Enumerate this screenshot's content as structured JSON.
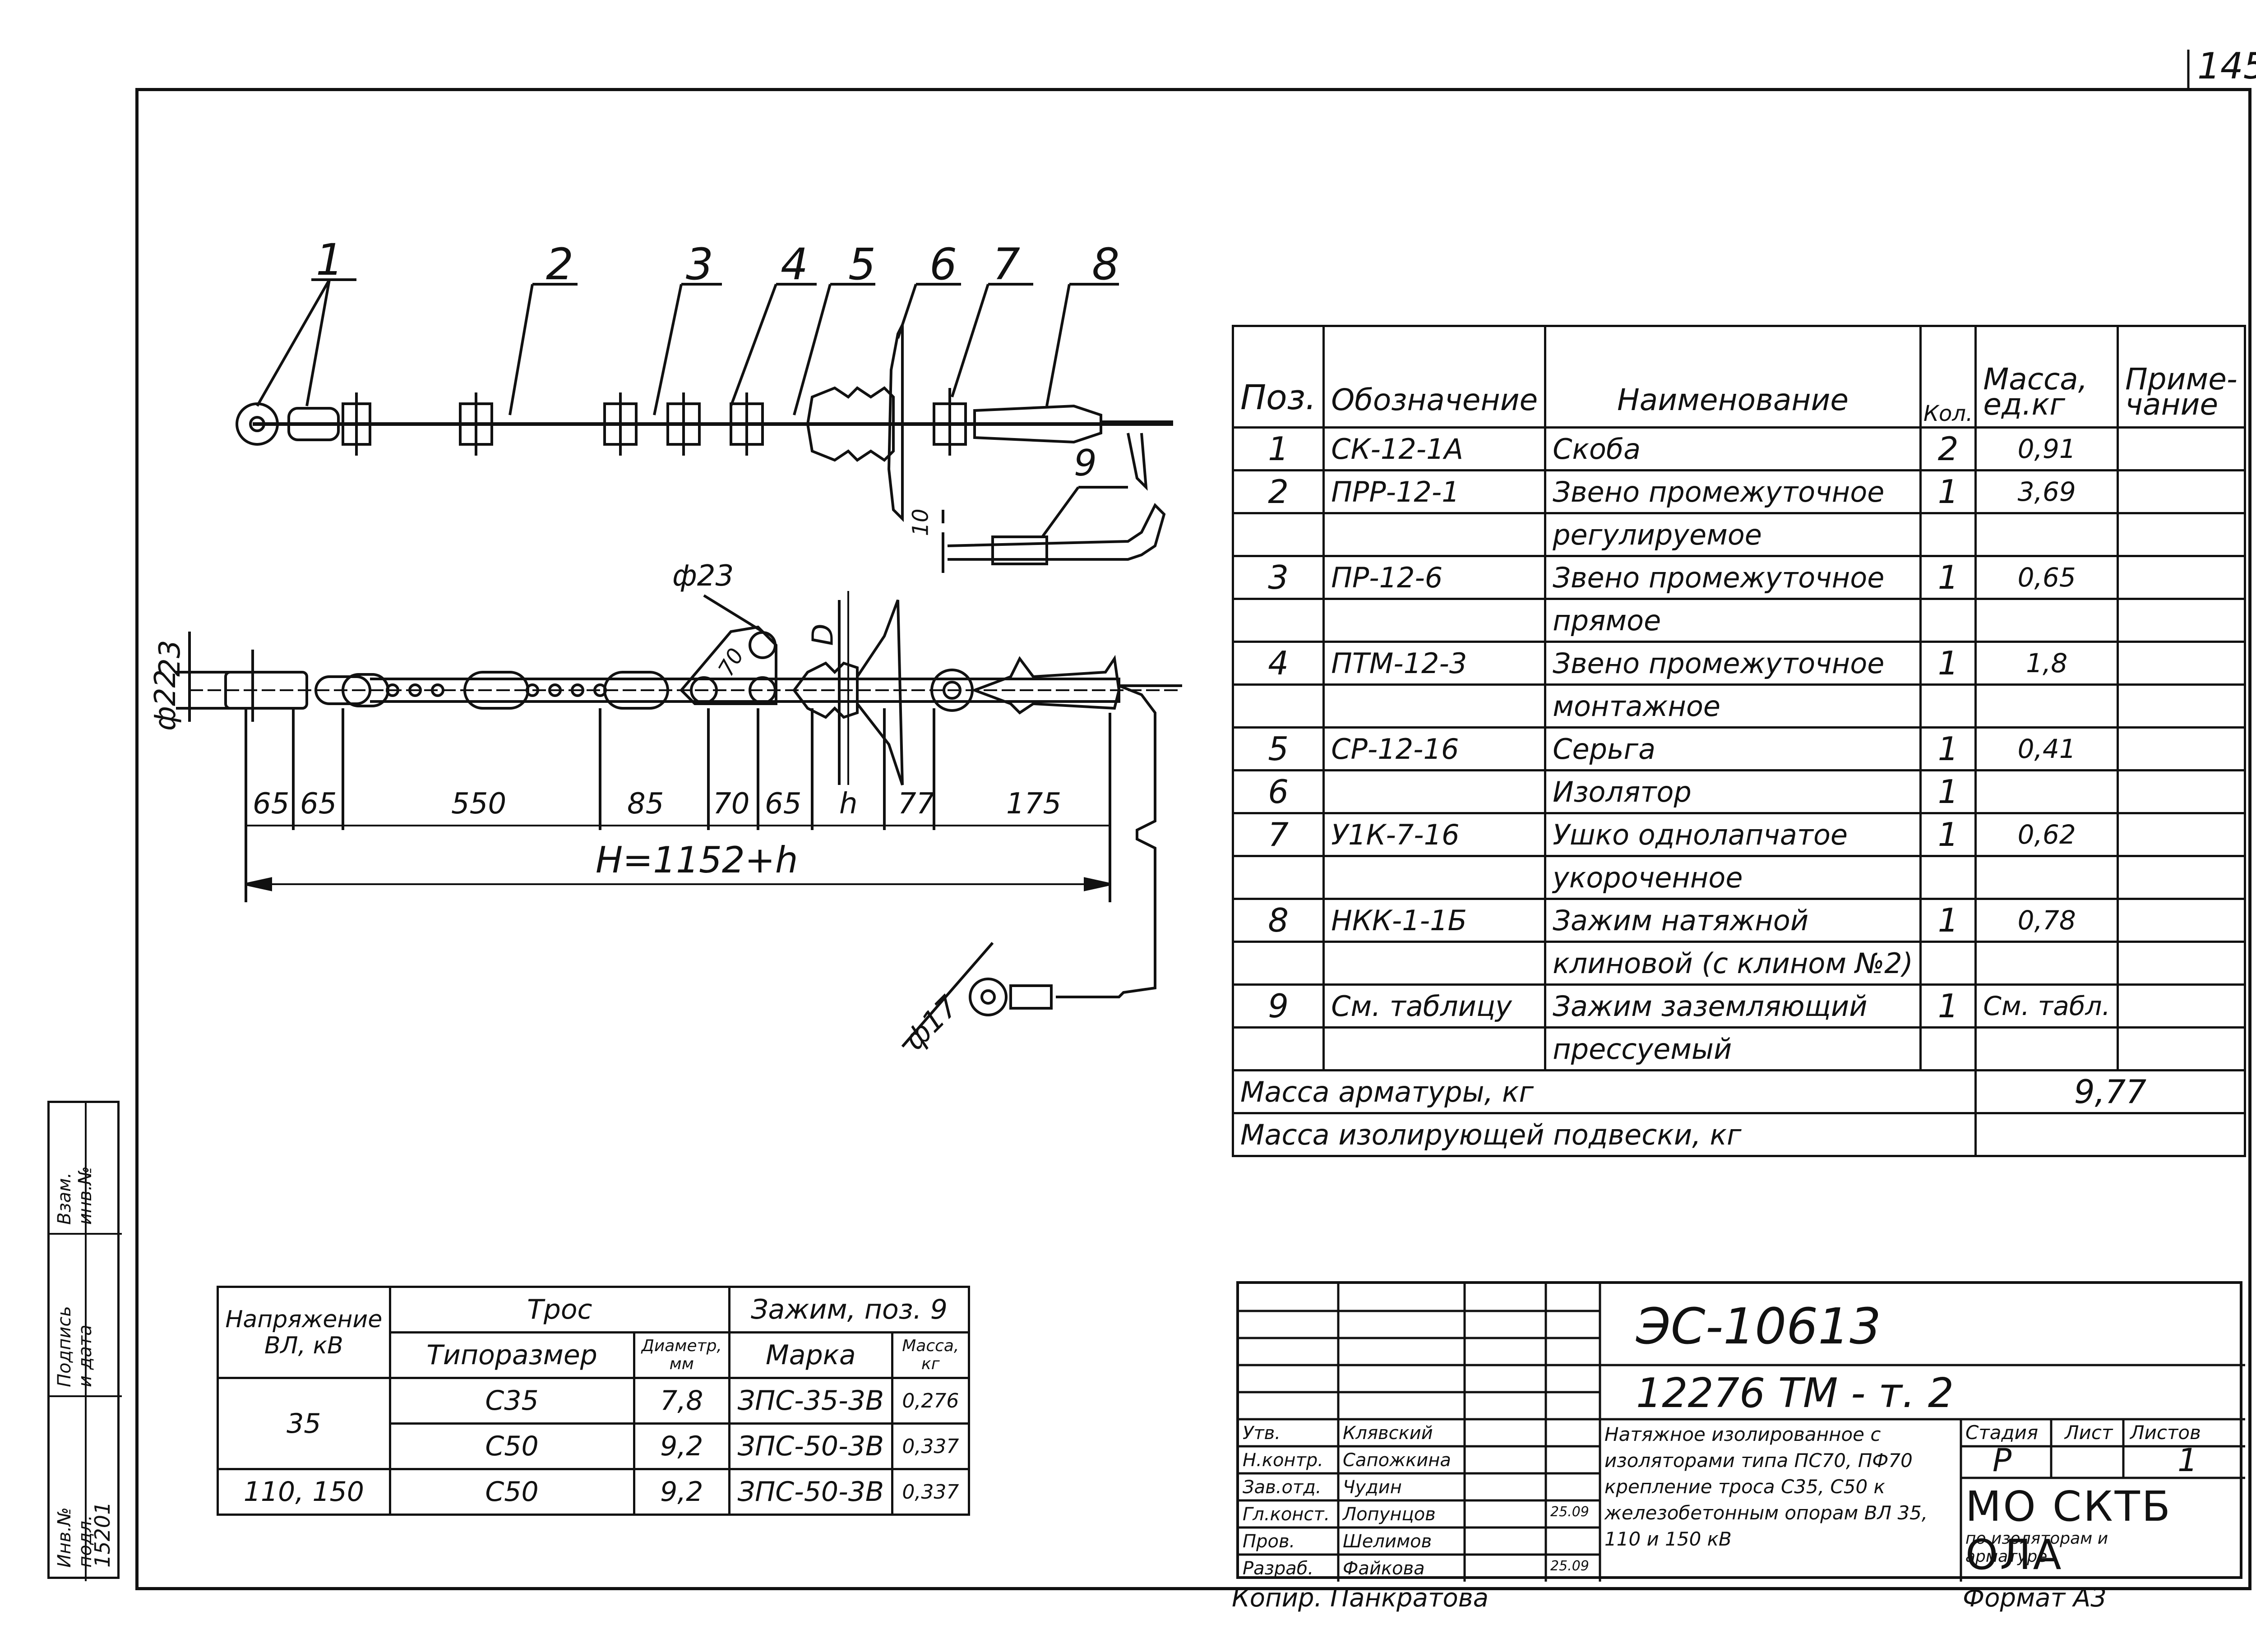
{
  "page_number": "145",
  "drawing": {
    "positions": [
      "1",
      "2",
      "3",
      "4",
      "5",
      "6",
      "7",
      "8",
      "9"
    ],
    "dims_top": [
      "65",
      "65",
      "550",
      "85",
      "70",
      "65",
      "h",
      "77",
      "175"
    ],
    "dim_total": "H=1152+h",
    "dim_phi23": "ф23",
    "dim_phi22": "ф22",
    "dim_phi17": "ф17",
    "dim_23": "23",
    "dim_70": "70",
    "dim_10": "10",
    "dim_D": "D"
  },
  "spec_table": {
    "headers": {
      "pos": "Поз.",
      "designation": "Обозначение",
      "name": "Наименование",
      "qty": "Кол.",
      "mass": "Масса, ед.кг",
      "note": "Приме- чание"
    },
    "rows": [
      {
        "pos": "1",
        "designation": "СК-12-1А",
        "name": "Скоба",
        "qty": "2",
        "mass": "0,91"
      },
      {
        "pos": "2",
        "designation": "ПРР-12-1",
        "name": "Звено промежуточное",
        "qty": "1",
        "mass": "3,69"
      },
      {
        "pos": "",
        "designation": "",
        "name": "регулируемое",
        "qty": "",
        "mass": ""
      },
      {
        "pos": "3",
        "designation": "ПР-12-6",
        "name": "Звено промежуточное",
        "qty": "1",
        "mass": "0,65"
      },
      {
        "pos": "",
        "designation": "",
        "name": "прямое",
        "qty": "",
        "mass": ""
      },
      {
        "pos": "4",
        "designation": "ПТМ-12-3",
        "name": "Звено промежуточное",
        "qty": "1",
        "mass": "1,8"
      },
      {
        "pos": "",
        "designation": "",
        "name": "монтажное",
        "qty": "",
        "mass": ""
      },
      {
        "pos": "5",
        "designation": "СР-12-16",
        "name": "Серьга",
        "qty": "1",
        "mass": "0,41"
      },
      {
        "pos": "6",
        "designation": "",
        "name": "Изолятор",
        "qty": "1",
        "mass": ""
      },
      {
        "pos": "7",
        "designation": "У1К-7-16",
        "name": "Ушко однолапчатое",
        "qty": "1",
        "mass": "0,62"
      },
      {
        "pos": "",
        "designation": "",
        "name": "укороченное",
        "qty": "",
        "mass": ""
      },
      {
        "pos": "8",
        "designation": "НКК-1-1Б",
        "name": "Зажим натяжной",
        "qty": "1",
        "mass": "0,78"
      },
      {
        "pos": "",
        "designation": "",
        "name": "клиновой (с клином №2)",
        "qty": "",
        "mass": ""
      },
      {
        "pos": "9",
        "designation": "См. таблицу",
        "name": "Зажим заземляющий",
        "qty": "1",
        "mass": "См. табл."
      },
      {
        "pos": "",
        "designation": "",
        "name": "прессуемый",
        "qty": "",
        "mass": ""
      }
    ],
    "mass_fittings_label": "Масса арматуры, кг",
    "mass_fittings_value": "9,77",
    "mass_insul_label": "Масса изолирующей подвески, кг",
    "mass_insul_value": ""
  },
  "cable_table": {
    "h_voltage": "Напряжение ВЛ, кВ",
    "h_cable": "Трос",
    "h_clamp": "Зажим, поз. 9",
    "h_type": "Типоразмер",
    "h_diam": "Диаметр, мм",
    "h_mark": "Марка",
    "h_mass": "Масса, кг",
    "rows": [
      {
        "voltage": "35",
        "type": "С35",
        "diam": "7,8",
        "mark": "ЗПС-35-3В",
        "mass": "0,276"
      },
      {
        "voltage": "",
        "type": "С50",
        "diam": "9,2",
        "mark": "ЗПС-50-3В",
        "mass": "0,337"
      },
      {
        "voltage": "110, 150",
        "type": "С50",
        "diam": "9,2",
        "mark": "ЗПС-50-3В",
        "mass": "0,337"
      }
    ]
  },
  "title_block": {
    "doc_code": "ЭС-10613",
    "doc_sub": "12276 ТМ - т. 2",
    "title": "Натяжное изолированное с изоляторами типа ПС70, ПФ70 крепление троса С35, С50 к железобетонным опорам ВЛ 35, 110 и 150 кВ",
    "stage_label": "Стадия",
    "sheet_label": "Лист",
    "sheets_label": "Листов",
    "stage": "Р",
    "sheet": "",
    "sheets": "1",
    "org": "МО СКТБ ОЛА",
    "org_sub": "по изоляторам и арматуре",
    "roles": [
      {
        "role": "Утв.",
        "name": "Клявский",
        "date": ""
      },
      {
        "role": "Н.контр.",
        "name": "Сапожкина",
        "date": ""
      },
      {
        "role": "Зав.отд.",
        "name": "Чудин",
        "date": ""
      },
      {
        "role": "Гл.конст.",
        "name": "Лопунцов",
        "date": "25.09"
      },
      {
        "role": "Пров.",
        "name": "Шелимов",
        "date": ""
      },
      {
        "role": "Разраб.",
        "name": "Файкова",
        "date": "25.09"
      }
    ],
    "copied_by": "Копир. Панкратова",
    "format": "Формат А3"
  },
  "margin_stamp": {
    "inv_orig": "Инв.№ подл.",
    "sign_date": "Подпись и дата",
    "inv_dup": "Взам. инв.№",
    "inv_value": "15201"
  }
}
